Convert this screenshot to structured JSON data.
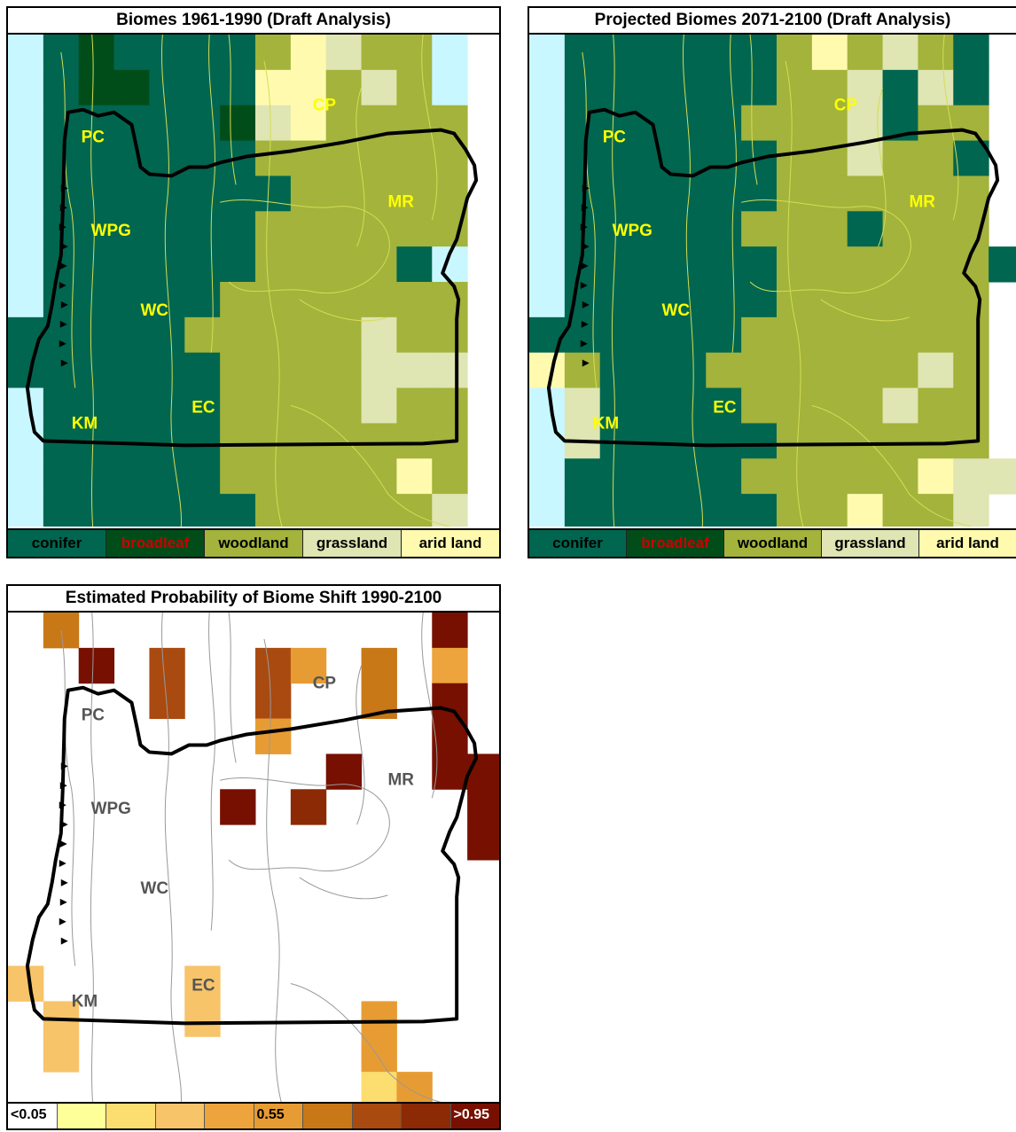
{
  "panels": {
    "historical": {
      "title": "Biomes 1961-1990 (Draft Analysis)"
    },
    "projected": {
      "title": "Projected Biomes 2071-2100 (Draft Analysis)"
    },
    "probability": {
      "title": "Estimated Probability of Biome Shift 1990-2100"
    }
  },
  "regions": [
    "PC",
    "WPG",
    "WC",
    "KM",
    "EC",
    "CP",
    "MR"
  ],
  "biome_legend": [
    {
      "label": "conifer",
      "color": "#006650",
      "text_color": "#000000"
    },
    {
      "label": "broadleaf",
      "color": "#004d1a",
      "text_color": "#cc0000"
    },
    {
      "label": "woodland",
      "color": "#a3b33b",
      "text_color": "#000000"
    },
    {
      "label": "grassland",
      "color": "#dfe5b3",
      "text_color": "#000000"
    },
    {
      "label": "arid land",
      "color": "#fffaae",
      "text_color": "#000000"
    }
  ],
  "biome_colors": {
    "water": "#c8f7ff",
    "conifer": "#006650",
    "broadleaf": "#004d1a",
    "woodland": "#a3b33b",
    "grassland": "#dfe5b3",
    "arid": "#fffaae",
    "region_label": "#ffff00",
    "boundary_line": "#d4dd55"
  },
  "probability_legend": [
    {
      "label": "<0.05",
      "color": "#ffffff"
    },
    {
      "label": "",
      "color": "#ffff99"
    },
    {
      "label": "",
      "color": "#fbdd70"
    },
    {
      "label": "",
      "color": "#f7c46a"
    },
    {
      "label": "",
      "color": "#eda43c"
    },
    {
      "label": "0.55",
      "color": "#e79c33"
    },
    {
      "label": "",
      "color": "#c87817"
    },
    {
      "label": "",
      "color": "#a94a11"
    },
    {
      "label": "",
      "color": "#8b2a05"
    },
    {
      "label": ">0.95",
      "color": "#771000"
    }
  ],
  "probability_colors": {
    "region_label": "#555555",
    "boundary_line": "#999999"
  }
}
